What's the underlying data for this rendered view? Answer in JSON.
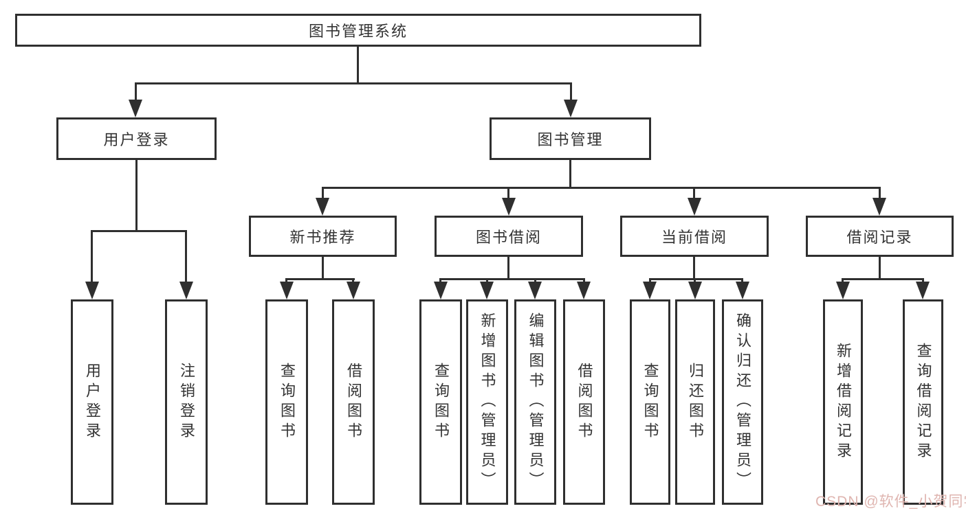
{
  "tree": {
    "root": {
      "label": "图书管理系统"
    },
    "branches": [
      {
        "label": "用户登录",
        "leaves": [
          {
            "label": "用户登录"
          },
          {
            "label": "注销登录"
          }
        ]
      },
      {
        "label": "图书管理",
        "groups": [
          {
            "label": "新书推荐",
            "leaves": [
              {
                "label": "查询图书"
              },
              {
                "label": "借阅图书"
              }
            ]
          },
          {
            "label": "图书借阅",
            "leaves": [
              {
                "label": "查询图书"
              },
              {
                "label": "新增图书（管理员）"
              },
              {
                "label": "编辑图书（管理员）"
              },
              {
                "label": "借阅图书"
              }
            ]
          },
          {
            "label": "当前借阅",
            "leaves": [
              {
                "label": "查询图书"
              },
              {
                "label": "归还图书"
              },
              {
                "label": "确认归还（管理员）"
              }
            ]
          },
          {
            "label": "借阅记录",
            "leaves": [
              {
                "label": "新增借阅记录"
              },
              {
                "label": "查询借阅记录"
              }
            ]
          }
        ]
      }
    ]
  },
  "watermark": {
    "text": "CSDN @软件_小贺同学",
    "color": "#dfb5b0"
  },
  "colors": {
    "line": "#2f2f2f",
    "box_border": "#2f2f2f",
    "text": "#333333",
    "background": "#ffffff"
  }
}
